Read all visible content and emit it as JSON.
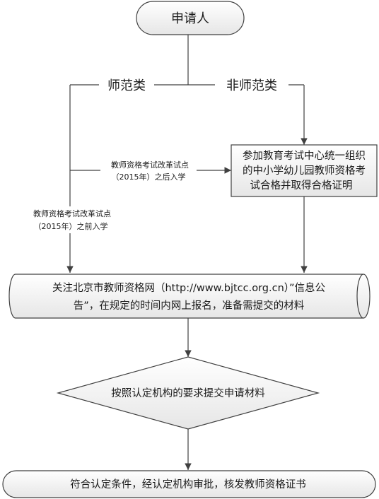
{
  "applicant": "申请人",
  "branch_normal": "师范类",
  "branch_non_normal": "非师范类",
  "after_pilot": {
    "line1": "教师资格考试改革试点",
    "line2": "（2015年）之后入学"
  },
  "before_pilot": {
    "line1": "教师资格考试改革试点",
    "line2": "（2015年）之前入学"
  },
  "exam_box": {
    "line1": "参加教育考试中心统一组织",
    "line2": "的中小学幼儿园教师资格考",
    "line3": "试合格并取得合格证明"
  },
  "notice_box": {
    "line1": "关注北京市教师资格网（http://www.bjtcc.org.cn）”信息公",
    "line2": "告”，在规定的时间内网上报名，准备需提交的材料"
  },
  "decision": "按照认定机构的要求提交申请材料",
  "final": "符合认定条件，经认定机构审批，核发教师资格证书"
}
